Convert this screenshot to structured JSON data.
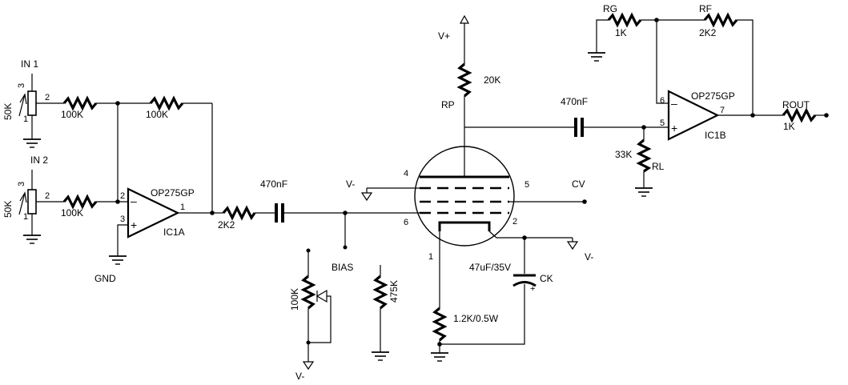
{
  "in1": {
    "name": "IN 1",
    "value": "50K",
    "pin1": "1",
    "pin2": "2",
    "pin3": "3"
  },
  "in2": {
    "name": "IN 2",
    "value": "50K",
    "pin1": "1",
    "pin2": "2",
    "pin3": "3"
  },
  "r_in1": "100K",
  "r_in2": "100K",
  "r_fb": "100K",
  "gnd": "GND",
  "ic1a": {
    "part": "OP275GP",
    "ref": "IC1A",
    "pin_inv": "2",
    "pin_noninv": "3",
    "pin_out": "1",
    "minus": "–",
    "plus": "+"
  },
  "r_out_a": "2K2",
  "c_in": "470nF",
  "bias": "BIAS",
  "vminus": "V-",
  "vplus": "V+",
  "trim": "100K",
  "r_bias": "475K",
  "tube": {
    "pin1": "1",
    "pin2": "2",
    "pin4": "4",
    "pin5": "5",
    "pin6": "6"
  },
  "cv": "CV",
  "rp": {
    "ref": "RP",
    "value": "20K"
  },
  "c_out": "470nF",
  "rk": "1.2K/0.5W",
  "ck": {
    "value": "47uF/35V",
    "ref": "CK",
    "plus": "+"
  },
  "rl": {
    "ref": "RL",
    "value": "33K"
  },
  "rg": {
    "ref": "RG",
    "value": "1K"
  },
  "rf": {
    "ref": "RF",
    "value": "2K2"
  },
  "ic1b": {
    "part": "OP275GP",
    "ref": "IC1B",
    "pin_inv": "6",
    "pin_noninv": "5",
    "pin_out": "7",
    "minus": "–",
    "plus": "+"
  },
  "rout": {
    "ref": "ROUT",
    "value": "1K"
  }
}
